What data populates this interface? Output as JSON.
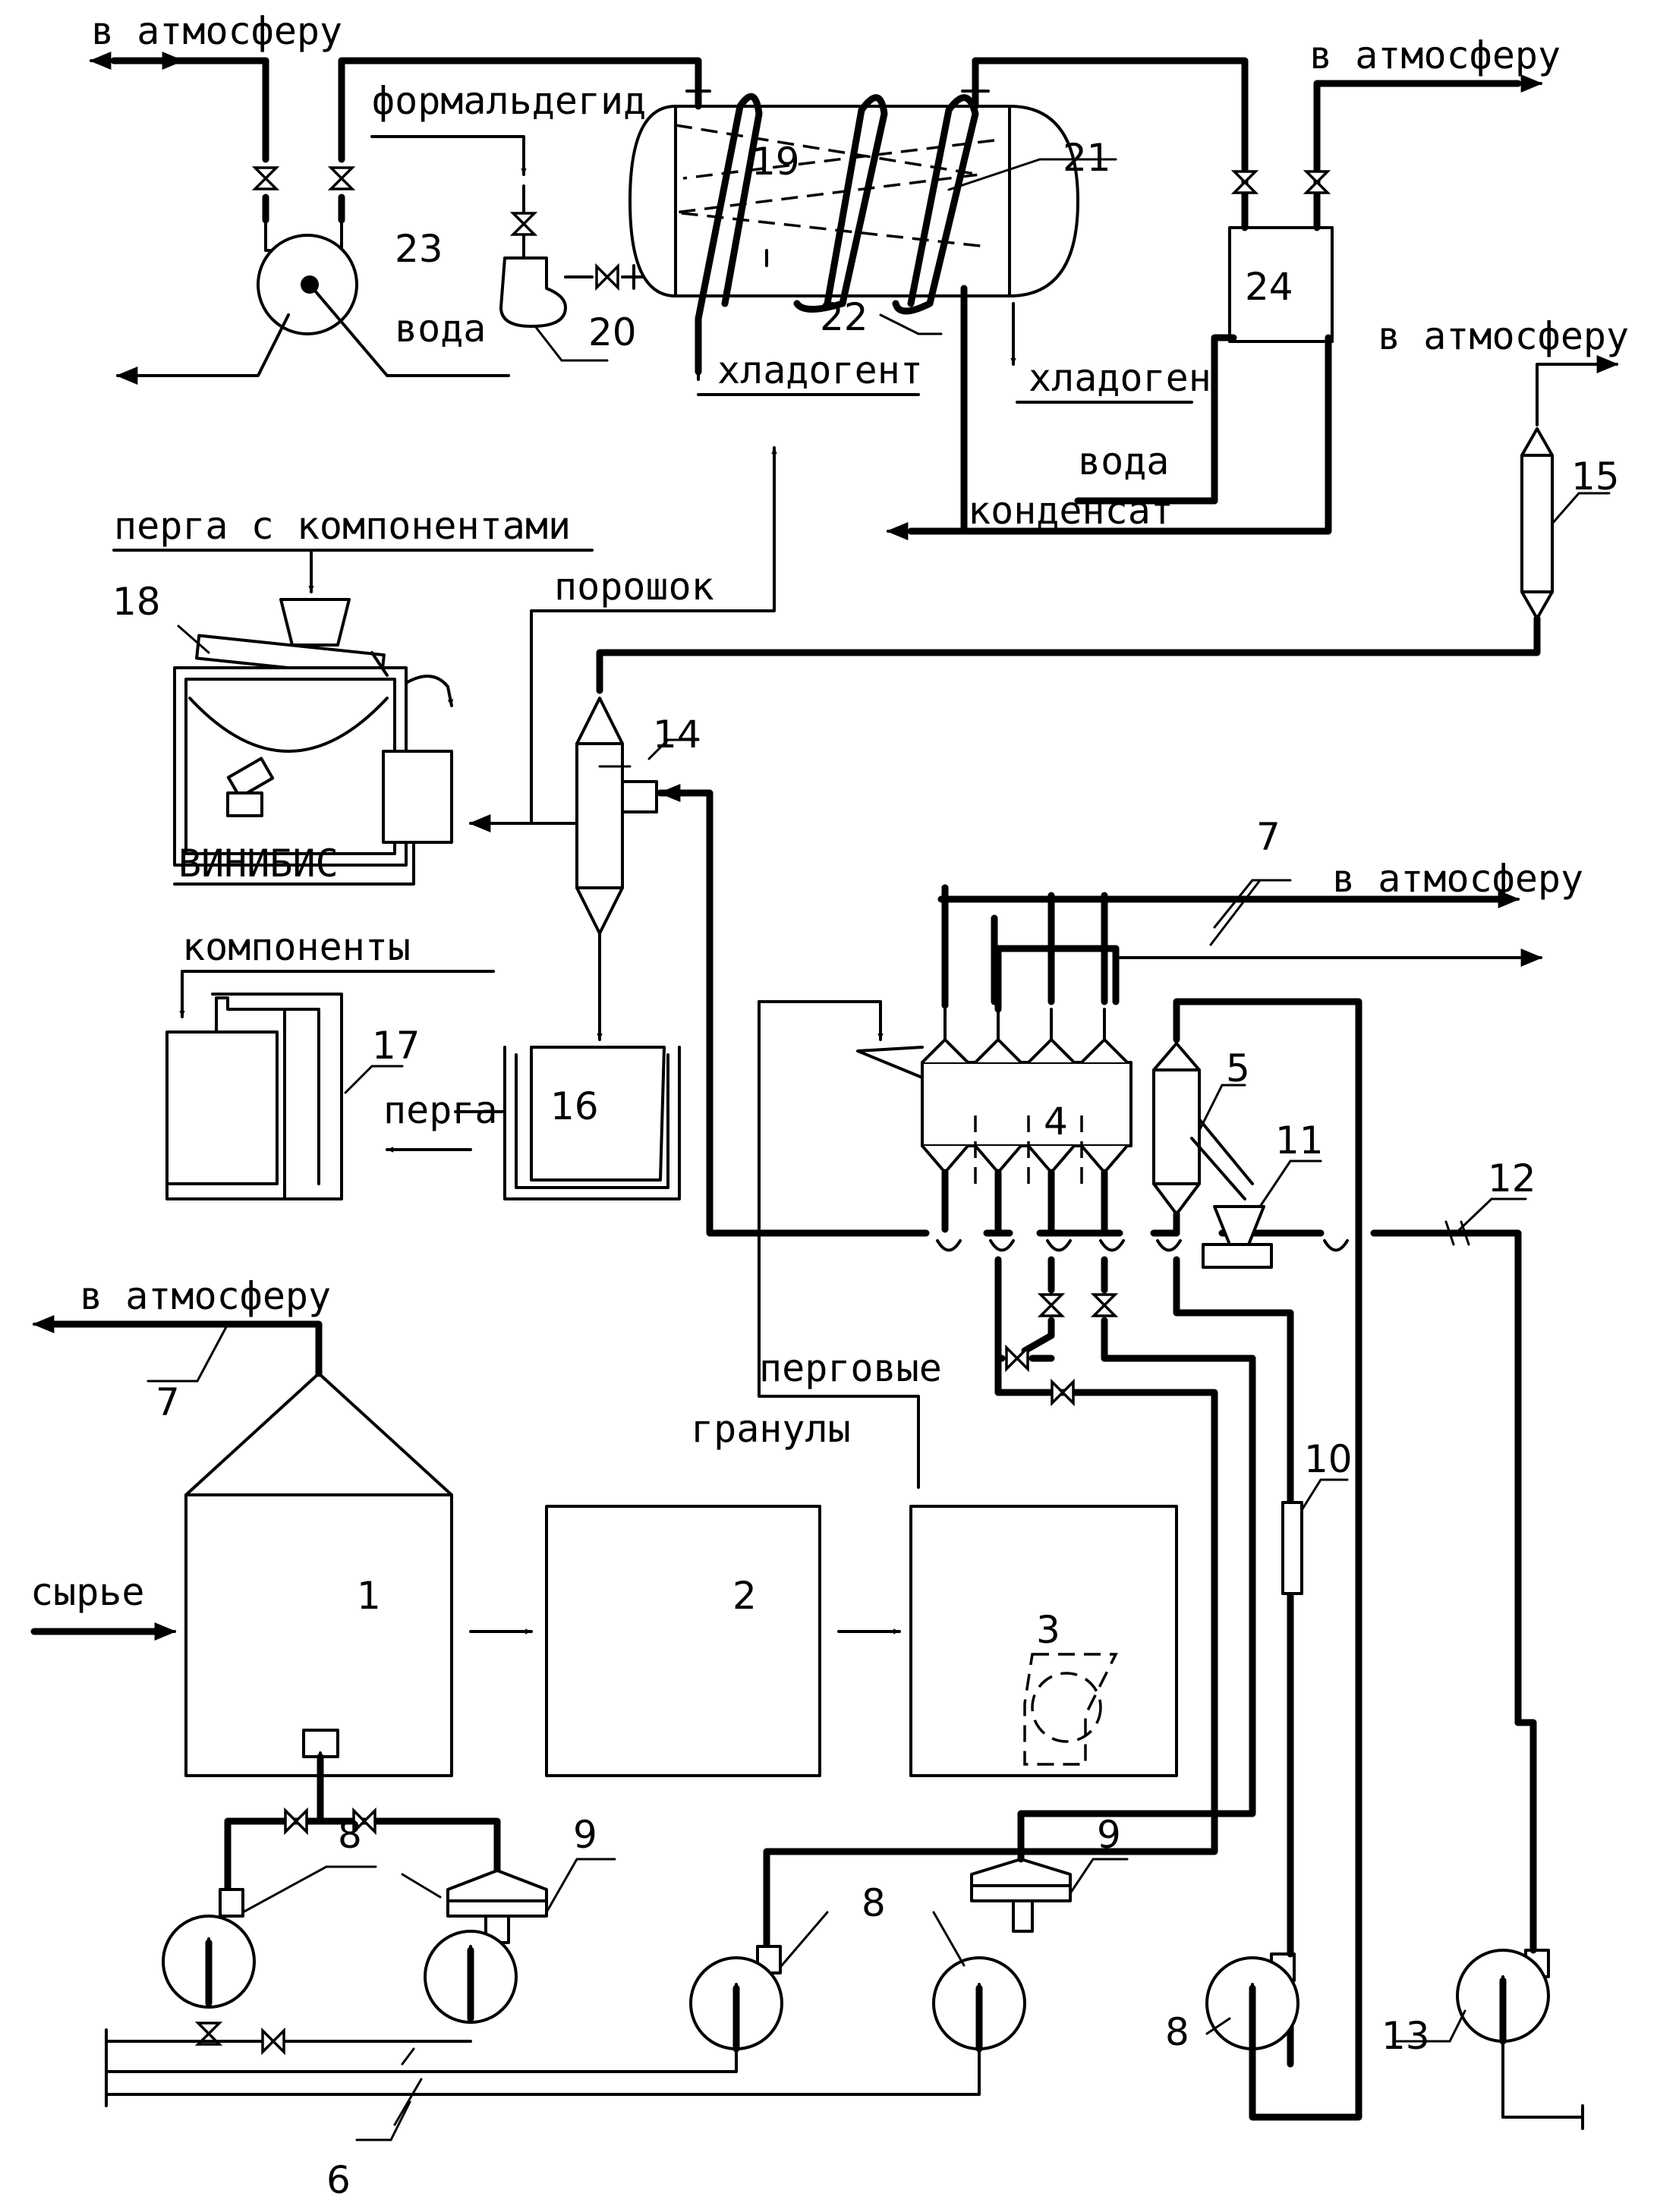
{
  "labels": {
    "atm": "в атмосферу",
    "formaldehyde": "формальдегид",
    "water": "вода",
    "coolant_in": "хладогент",
    "coolant_out": "хладоген",
    "water2": "вода",
    "condensate": "конденсат",
    "perga_components": "перга с компонентами",
    "powder": "порошок",
    "vinibis": "ВИНИБИС",
    "components": "компоненты",
    "perga": "перга",
    "granules_1": "перговые",
    "granules_2": "гранулы",
    "raw": "сырье"
  },
  "numbers": {
    "n1": "1",
    "n2": "2",
    "n3": "3",
    "n4": "4",
    "n5": "5",
    "n6": "6",
    "n7": "7",
    "n8": "8",
    "n9": "9",
    "n10": "10",
    "n11": "11",
    "n12": "12",
    "n13": "13",
    "n14": "14",
    "n15": "15",
    "n16": "16",
    "n17": "17",
    "n18": "18",
    "n19": "19",
    "n20": "20",
    "n21": "21",
    "n22": "22",
    "n23": "23",
    "n24": "24"
  }
}
